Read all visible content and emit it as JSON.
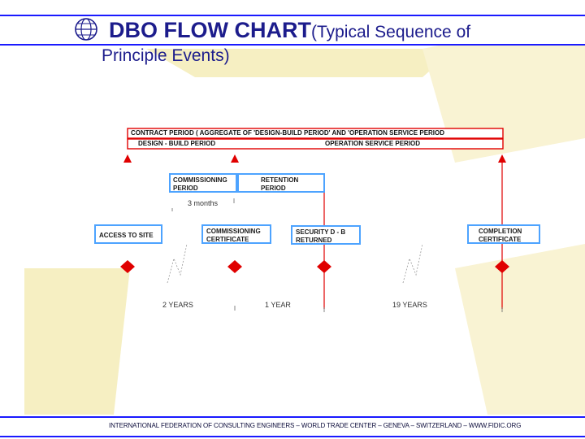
{
  "header": {
    "title_main": "DBO FLOW CHART",
    "title_sub": "(Typical Sequence of",
    "subtitle": "Principle Events)"
  },
  "periods": {
    "contract": "CONTRACT PERIOD ( AGGREGATE OF 'DESIGN-BUILD PERIOD' AND 'OPERATION SERVICE PERIOD",
    "design_build": "DESIGN - BUILD PERIOD",
    "operation": "OPERATION SERVICE PERIOD",
    "commissioning": "COMMISSIONING PERIOD",
    "retention": "RETENTION PERIOD",
    "three_months": "3 months"
  },
  "events": {
    "access": "ACCESS TO SITE",
    "commissioning_certificate": "COMMISSIONING CERTIFICATE",
    "security": "SECURITY D - B RETURNED",
    "completion": "COMPLETION CERTIFICATE"
  },
  "durations": {
    "d1": "2 YEARS",
    "d2": "1 YEAR",
    "d3": "19 YEARS"
  },
  "footer": {
    "text": "INTERNATIONAL FEDERATION OF CONSULTING ENGINEERS  –  WORLD TRADE CENTER  –  GENEVA  –  SWITZERLAND  –  WWW.FIDIC.ORG"
  },
  "colors": {
    "header": "#1a1aff",
    "accent_red": "#e00000",
    "box_border": "#4da3ff",
    "watermark": "#f6efc2",
    "footer": "#1a1aff"
  },
  "icons": {
    "logo": "fidic-globe-logo"
  }
}
